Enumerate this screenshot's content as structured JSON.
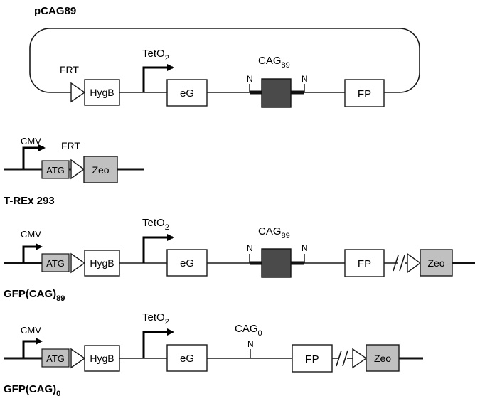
{
  "plasmid": {
    "title": "pCAG89",
    "frt": "FRT",
    "hygb": "HygB",
    "tet_base": "TetO",
    "tet_sub": "2",
    "eg": "eG",
    "cag_base": "CAG",
    "cag_sub": "89",
    "n_left": "N",
    "n_right": "N",
    "fp": "FP"
  },
  "trex": {
    "cmv": "CMV",
    "frt": "FRT",
    "atg": "ATG",
    "zeo": "Zeo",
    "title": "T-REx 293"
  },
  "gfp89": {
    "cmv": "CMV",
    "atg": "ATG",
    "hygb": "HygB",
    "tet_base": "TetO",
    "tet_sub": "2",
    "eg": "eG",
    "cag_base": "CAG",
    "cag_sub": "89",
    "n_left": "N",
    "n_right": "N",
    "fp": "FP",
    "zeo": "Zeo",
    "title_base": "GFP(CAG)",
    "title_sub": "89"
  },
  "gfp0": {
    "cmv": "CMV",
    "atg": "ATG",
    "hygb": "HygB",
    "tet_base": "TetO",
    "tet_sub": "2",
    "eg": "eG",
    "cag_base": "CAG",
    "cag_sub": "0",
    "n_mid": "N",
    "fp": "FP",
    "zeo": "Zeo",
    "title_base": "GFP(CAG)",
    "title_sub": "0"
  },
  "colors": {
    "line": "#1a1a1a",
    "gray_box": "#c0c0c0",
    "cag_box": "#4a4a4a",
    "white_box": "#ffffff"
  }
}
